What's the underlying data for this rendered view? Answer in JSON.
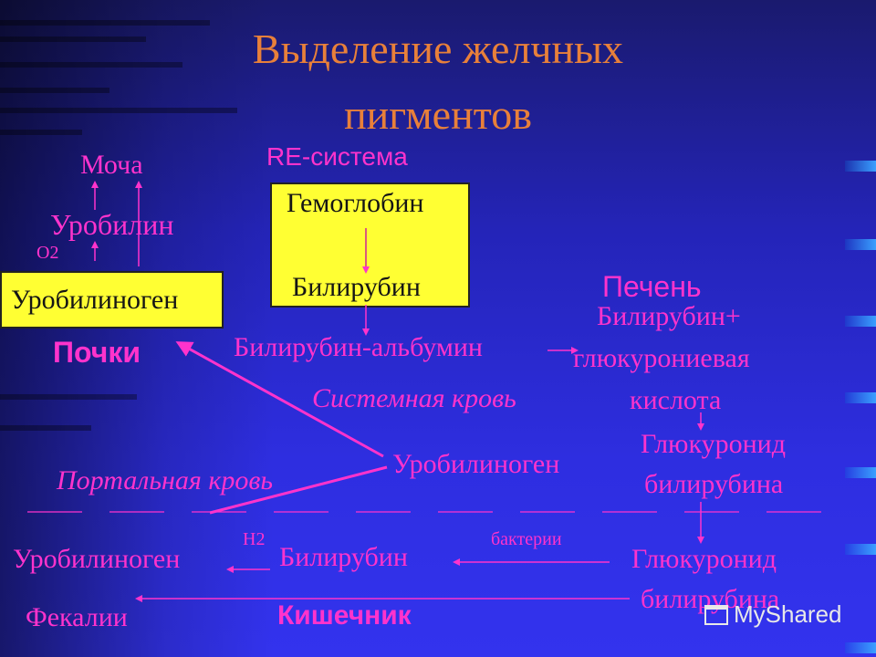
{
  "slide": {
    "title_line1": "Выделение желчных",
    "title_line2": "пигментов"
  },
  "labels": {
    "re_system": "RE-система",
    "gemoglobin": "Гемоглобин",
    "bilirubin_box": "Билирубин",
    "mocha": "Моча",
    "urobilin": "Уробилин",
    "o2": "O2",
    "urobilinogen_box": "Уробилиноген",
    "pochki": "Почки",
    "bilirubin_albumin": "Билирубин-альбумин",
    "pechen": "Печень",
    "bilirubin_plus": "Билирубин+",
    "glyukuronievaya": "глюкурониевая",
    "kislota": "кислота",
    "sistemnaya_krov": "Системная кровь",
    "glyukuronid_1": "Глюкуронид",
    "bilirubina_1": "билирубина",
    "urobilinogen_mid": "Уробилиноген",
    "portalnaya_krov": "Портальная кровь",
    "h2": "H2",
    "bakterii": "бактерии",
    "urobilinogen_bottom": "Уробилиноген",
    "bilirubin_bottom": "Билирубин",
    "glyukuronid_2": "Глюкуронид",
    "bilirubina_2": "билирубина",
    "fekalii": "Фекалии",
    "kishechnik": "Кишечник"
  },
  "watermark": "MyShared",
  "colors": {
    "title": "#e8803a",
    "label": "#ff33cc",
    "box": "#ffff33",
    "background": "#2a2acc"
  }
}
